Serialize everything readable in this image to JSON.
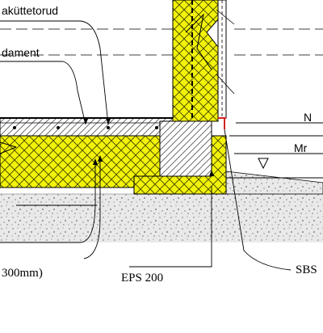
{
  "labels": {
    "heating_pipes": "aküttetorud",
    "foundation": "dament",
    "n_marker": "N",
    "mark_right": "Mr",
    "spacing": " 300mm)",
    "eps": "EPS 200",
    "sbs": "SBS"
  },
  "colors": {
    "insulation": "#f2f20a",
    "concrete_hatch": "#555555",
    "gravel": "#cfcfcf",
    "membrane": "#d22222",
    "line": "#000000"
  }
}
